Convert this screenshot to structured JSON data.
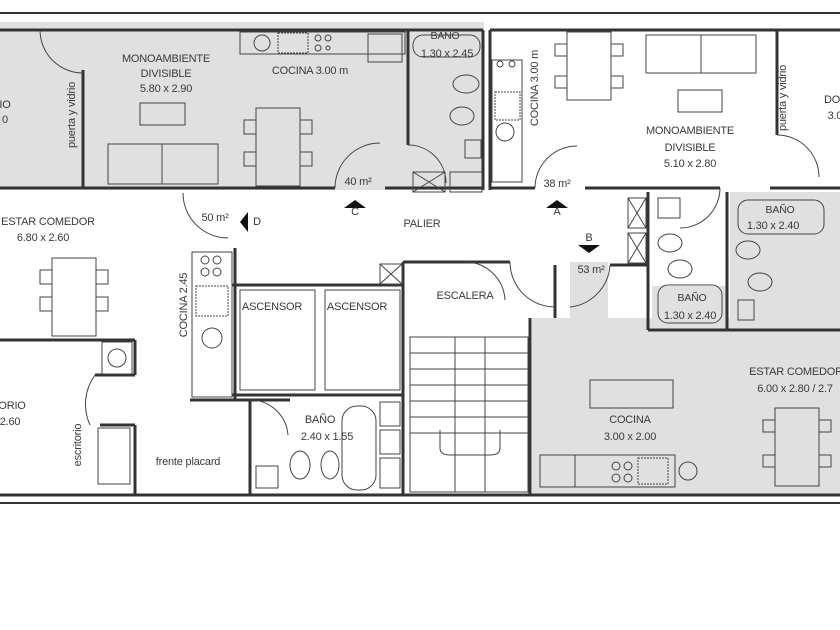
{
  "colors": {
    "shade": "#e0e0e0",
    "wall": "#333333",
    "line": "#555555"
  },
  "unit_d": {
    "partial_room": [
      "IO",
      "0"
    ],
    "room": [
      "MONOAMBIENTE",
      "DIVISIBLE",
      "5.80 x 2.90"
    ],
    "kitchen": "COCINA 3.00 m",
    "bath": [
      "BAÑO",
      "1.30 x 2.45"
    ],
    "glass_door": "puerta y vidrio",
    "area": "40 m²",
    "letter": "C"
  },
  "unit_c": {
    "living": [
      "ESTAR COMEDOR",
      "6.80 x 2.60"
    ],
    "area": "50 m²",
    "letter": "D",
    "kitchen": "COCINA 2.45",
    "bedroom": [
      "ORIO",
      "2.60"
    ],
    "desk": "escritorio",
    "closet": "frente placard",
    "bath": [
      "BAÑO",
      "2.40 x 1.55"
    ]
  },
  "common": {
    "landing": "PALIER",
    "stairs": "ESCALERA",
    "elevators": [
      "ASCENSOR",
      "ASCENSOR"
    ]
  },
  "unit_a": {
    "kitchen": "COCINA 3.00 m",
    "room": [
      "MONOAMBIENTE",
      "DIVISIBLE",
      "5.10 x 2.80"
    ],
    "glass_door": "puerta y vidrio",
    "partial_room": [
      "DO",
      "3.0"
    ],
    "area": "38 m²",
    "letter": "A",
    "bath": [
      "BAÑO",
      "1.30 x 2.40"
    ]
  },
  "unit_b": {
    "letter": "B",
    "area": "53 m²",
    "bath": [
      "BAÑO",
      "1.30 x 2.40"
    ],
    "kitchen": [
      "COCINA",
      "3.00 x 2.00"
    ],
    "living": [
      "ESTAR COMEDOR",
      "6.00 x 2.80 / 2.7"
    ]
  }
}
